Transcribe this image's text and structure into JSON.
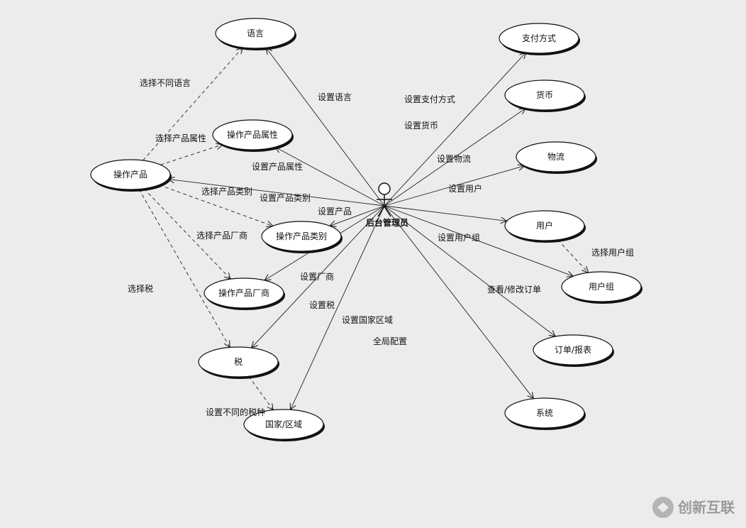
{
  "diagram": {
    "type": "use-case",
    "actor": {
      "id": "admin",
      "label": "后台管理员"
    },
    "use_cases": [
      {
        "id": "lang",
        "label": "语言"
      },
      {
        "id": "pay",
        "label": "支付方式"
      },
      {
        "id": "currency",
        "label": "货币"
      },
      {
        "id": "logistics",
        "label": "物流"
      },
      {
        "id": "user",
        "label": "用户"
      },
      {
        "id": "usergroup",
        "label": "用户组"
      },
      {
        "id": "order",
        "label": "订单/报表"
      },
      {
        "id": "system",
        "label": "系统"
      },
      {
        "id": "product",
        "label": "操作产品"
      },
      {
        "id": "attr",
        "label": "操作产品属性"
      },
      {
        "id": "category",
        "label": "操作产品类别"
      },
      {
        "id": "maker",
        "label": "操作产品厂商"
      },
      {
        "id": "tax",
        "label": "税"
      },
      {
        "id": "country",
        "label": "国家/区域"
      }
    ],
    "associations": [
      {
        "to": "lang",
        "label": "设置语言"
      },
      {
        "to": "pay",
        "label": "设置支付方式"
      },
      {
        "to": "currency",
        "label": "设置货币"
      },
      {
        "to": "logistics",
        "label": "设置物流"
      },
      {
        "to": "user",
        "label": "设置用户"
      },
      {
        "to": "usergroup",
        "label": "设置用户组"
      },
      {
        "to": "order",
        "label": "查看/修改订单"
      },
      {
        "to": "system",
        "label": "全局配置"
      },
      {
        "to": "product",
        "label": "设置产品"
      },
      {
        "to": "attr",
        "label": "设置产品属性"
      },
      {
        "to": "category",
        "label": "设置产品类别"
      },
      {
        "to": "maker",
        "label": "设置厂商"
      },
      {
        "to": "tax",
        "label": "设置税"
      },
      {
        "to": "country",
        "label": "设置国家区域"
      }
    ],
    "dependencies": [
      {
        "from": "product",
        "to": "lang",
        "label": "选择不同语言"
      },
      {
        "from": "product",
        "to": "attr",
        "label": "选择产品属性"
      },
      {
        "from": "product",
        "to": "category",
        "label": "选择产品类别"
      },
      {
        "from": "product",
        "to": "maker",
        "label": "选择产品厂商"
      },
      {
        "from": "product",
        "to": "tax",
        "label": "选择税"
      },
      {
        "from": "user",
        "to": "usergroup",
        "label": "选择用户组"
      },
      {
        "from": "tax",
        "to": "country",
        "label": "设置不同的税种"
      }
    ]
  },
  "watermark": {
    "text": "创新互联",
    "icon": "brand-logo-icon"
  }
}
